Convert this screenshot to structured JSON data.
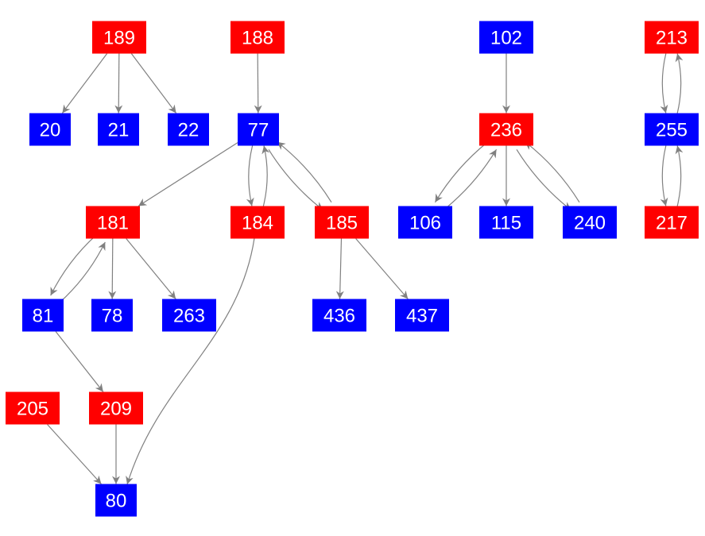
{
  "colors": {
    "red": "#ff0000",
    "blue": "#0000ff",
    "edge": "#808080"
  },
  "nodes": [
    {
      "id": "189",
      "color": "red"
    },
    {
      "id": "188",
      "color": "red"
    },
    {
      "id": "102",
      "color": "blue"
    },
    {
      "id": "213",
      "color": "red"
    },
    {
      "id": "20",
      "color": "blue"
    },
    {
      "id": "21",
      "color": "blue"
    },
    {
      "id": "22",
      "color": "blue"
    },
    {
      "id": "77",
      "color": "blue"
    },
    {
      "id": "236",
      "color": "red"
    },
    {
      "id": "255",
      "color": "blue"
    },
    {
      "id": "181",
      "color": "red"
    },
    {
      "id": "184",
      "color": "red"
    },
    {
      "id": "185",
      "color": "red"
    },
    {
      "id": "106",
      "color": "blue"
    },
    {
      "id": "115",
      "color": "blue"
    },
    {
      "id": "240",
      "color": "blue"
    },
    {
      "id": "217",
      "color": "red"
    },
    {
      "id": "81",
      "color": "blue"
    },
    {
      "id": "78",
      "color": "blue"
    },
    {
      "id": "263",
      "color": "blue"
    },
    {
      "id": "436",
      "color": "blue"
    },
    {
      "id": "437",
      "color": "blue"
    },
    {
      "id": "205",
      "color": "red"
    },
    {
      "id": "209",
      "color": "red"
    },
    {
      "id": "80",
      "color": "blue"
    }
  ],
  "edges": [
    [
      "189",
      "20"
    ],
    [
      "189",
      "21"
    ],
    [
      "189",
      "22"
    ],
    [
      "188",
      "77"
    ],
    [
      "77",
      "181"
    ],
    [
      "77",
      "184"
    ],
    [
      "184",
      "77"
    ],
    [
      "77",
      "185"
    ],
    [
      "185",
      "77"
    ],
    [
      "181",
      "81"
    ],
    [
      "81",
      "181"
    ],
    [
      "181",
      "78"
    ],
    [
      "181",
      "263"
    ],
    [
      "185",
      "436"
    ],
    [
      "185",
      "437"
    ],
    [
      "81",
      "209"
    ],
    [
      "205",
      "80"
    ],
    [
      "209",
      "80"
    ],
    [
      "184",
      "80"
    ],
    [
      "102",
      "236"
    ],
    [
      "236",
      "106"
    ],
    [
      "106",
      "236"
    ],
    [
      "236",
      "115"
    ],
    [
      "236",
      "240"
    ],
    [
      "240",
      "236"
    ],
    [
      "213",
      "255"
    ],
    [
      "255",
      "213"
    ],
    [
      "255",
      "217"
    ],
    [
      "217",
      "255"
    ]
  ]
}
